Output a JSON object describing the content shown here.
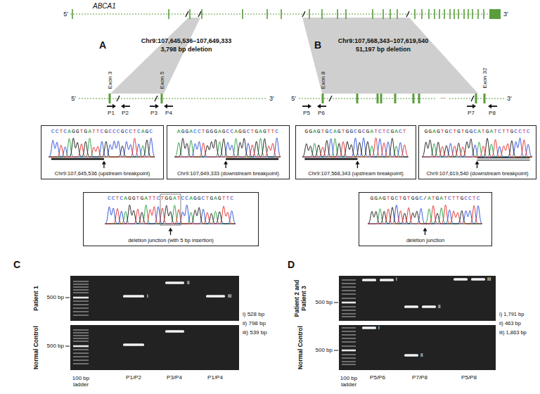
{
  "diagram": {
    "nodes": [
      {
        "text": [
          "CCTCAGGTGATTCGCCCGCCTCAGC",
          "Chr9:107,645,536 (upstream breakpoint)"
        ]
      },
      {
        "text": [
          "AGGACCTGGGAGCCAGGCTGAGTTC",
          "Chr9:107,649,333 (downstream breakpoint)"
        ]
      },
      {
        "text": [
          "CCTCAGGTGATTCTGGATCCAGGCTGAGTTC",
          "deletion junction (with 5 bp insertion)"
        ]
      },
      {
        "text": [
          "GGAGTGCAGTGGCGCGATCTCGACT",
          "Chr9:107,568,343 (upstream breakpoint)"
        ]
      },
      {
        "text": [
          "GGAGTGCTGTGGCATGATCTTGCCTC",
          "Chr9:107,619,540 (downstream breakpoint)"
        ]
      },
      {
        "text": [
          "GGAGTGCTGTGGC/ATGATCTTGCCTC",
          "deletion junction"
        ]
      }
    ],
    "labels": [
      "ABCA1",
      "5'",
      "3'",
      "A",
      "Chr9:107,645,536–107,649,333",
      "3,798 bp deletion",
      "B",
      "Chr9:107,568,343–107,619,540",
      "51,197 bp deletion",
      "Exon 3",
      "Exon 5",
      "5'",
      "3'",
      "P1",
      "P2",
      "P3",
      "P4",
      "Exon 8",
      "Exon 32",
      "5'",
      "3'",
      "...",
      "P5",
      "P6",
      "P7",
      "P8",
      "C",
      "D",
      "Patient 1",
      "500 bp",
      "i",
      "ii",
      "iii",
      "Normal Control",
      "500 bp",
      "i) 528 bp",
      "ii) 798 bp",
      "iii) 539 bp",
      "100 bp ladder",
      "P1/P2",
      "P3/P4",
      "P1/P4",
      "Patient 2 and Patient 3",
      "500 bp",
      "i",
      "ii",
      "iii",
      "Normal Control",
      "500 bp",
      "i",
      "ii",
      "i) 1,791 bp",
      "ii) 463 bp",
      "iii) 1,863 bp",
      "100 bp ladder",
      "P5/P6",
      "P7/P8",
      "P5/P8"
    ]
  }
}
